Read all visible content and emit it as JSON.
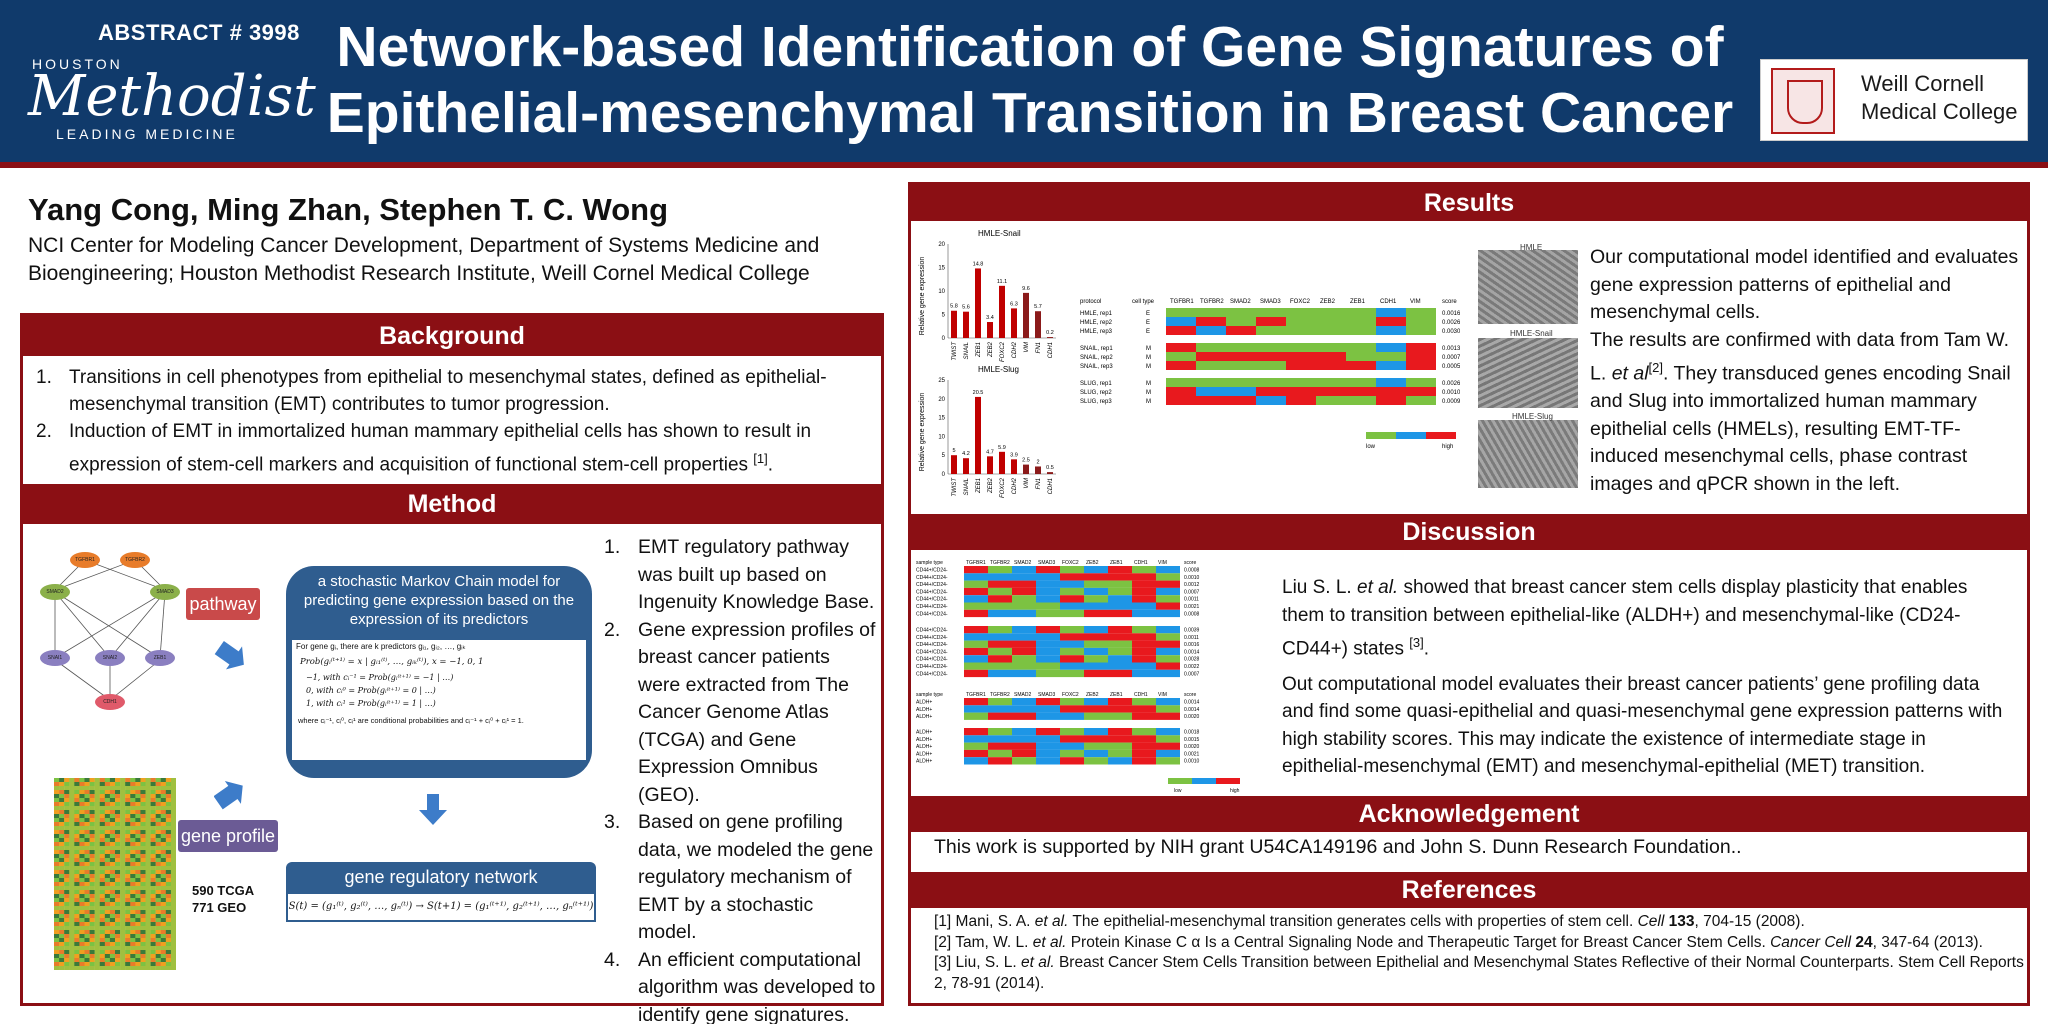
{
  "header": {
    "abstract_number": "ABSTRACT # 3998",
    "logo_houston": "HOUSTON",
    "logo_methodist": "Methodist",
    "logo_tagline": "LEADING MEDICINE",
    "title_line1": "Network-based Identification of Gene Signatures of",
    "title_line2": "Epithelial-mesenchymal Transition in Breast Cancer",
    "partner_line1": "Weill Cornell",
    "partner_line2": "Medical College"
  },
  "authors": {
    "names": "Yang Cong,  Ming Zhan,  Stephen T. C. Wong",
    "affiliation": "NCI Center for Modeling Cancer Development, Department of Systems Medicine and Bioengineering; Houston Methodist Research Institute, Weill Cornel Medical College"
  },
  "background": {
    "heading": "Background",
    "items": [
      {
        "num": "1.",
        "text": "Transitions in cell phenotypes from epithelial to mesenchymal states, defined as epithelial-mesenchymal transition (EMT) contributes to tumor progression.",
        "ref": ""
      },
      {
        "num": "2.",
        "text": "Induction of EMT in immortalized human mammary epithelial cells has shown to result in expression of stem-cell markers and acquisition of functional stem-cell properties ",
        "ref": "[1]"
      }
    ],
    "end_period": "."
  },
  "method": {
    "heading": "Method",
    "pathway_label": "pathway",
    "gene_profile_label": "gene profile",
    "counts_line1": "590 TCGA",
    "counts_line2": "771 GEO",
    "markov_title": "a stochastic Markov Chain model for predicting gene expression based on the expression of its predictors",
    "markov_intro": "For gene gᵢ, there are k predictors gᵢ₁, gᵢ₂, …, gᵢₖ",
    "markov_eq1": "Prob(gᵢ⁽ᵗ⁺¹⁾ = x | gᵢ₁⁽ᵗ⁾, …, gᵢₖ⁽ᵗ⁾), x = −1, 0, 1",
    "markov_eq2": "−1, with cᵢ⁻¹ = Prob(gᵢ⁽ᵗ⁺¹⁾ = −1 | …)",
    "markov_eq3": "0, with cᵢ⁰ = Prob(gᵢ⁽ᵗ⁺¹⁾ = 0 | …)",
    "markov_eq4": "1, with cᵢ¹ = Prob(gᵢ⁽ᵗ⁺¹⁾ = 1 | …)",
    "markov_note": "where cᵢ⁻¹, cᵢ⁰, cᵢ¹ are conditional probabilities and cᵢ⁻¹ + cᵢ⁰ + cᵢ¹ = 1.",
    "grn_label": "gene regulatory network",
    "grn_eq": "S(t) = (g₁⁽ᵗ⁾, g₂⁽ᵗ⁾, …, gₙ⁽ᵗ⁾) → S(t+1) = (g₁⁽ᵗ⁺¹⁾, g₂⁽ᵗ⁺¹⁾, …, gₙ⁽ᵗ⁺¹⁾)",
    "pathway_nodes": [
      "TGFBR1",
      "TGFBR2",
      "SMAD2",
      "SMAD3",
      "SNAI1",
      "SNAI2",
      "ZEB1",
      "CDH1"
    ],
    "steps": [
      {
        "num": "1.",
        "text": "EMT regulatory pathway was built up based on Ingenuity Knowledge Base."
      },
      {
        "num": "2.",
        "text": "Gene expression profiles of breast cancer patients were extracted from The Cancer Genome Atlas (TCGA) and Gene Expression Omnibus (GEO)."
      },
      {
        "num": "3.",
        "text": "Based on gene profiling data, we modeled the gene regulatory mechanism of EMT by a stochastic model."
      },
      {
        "num": "4.",
        "text": "An efficient computational algorithm was developed to identify gene signatures."
      }
    ]
  },
  "results": {
    "heading": "Results",
    "text_p1": "Our computational model identified and evaluates gene expression patterns of epithelial and mesenchymal cells.",
    "text_p2a": "The results are confirmed with data from Tam W. L. ",
    "text_p2_etal": "et al",
    "text_p2_ref": "[2]",
    "text_p2b": ". They transduced genes encoding Snail and Slug into immortalized human mammary epithelial cells (HMELs), resulting EMT-TF-induced mesenchymal cells, phase contrast images and qPCR shown in the left.",
    "image_labels": [
      "HMLE",
      "HMLE-Snail",
      "HMLE-Slug"
    ],
    "heatmap_headers": [
      "protocol",
      "cell type",
      "TGFBR1",
      "TGFBR2",
      "SMAD2",
      "SMAD3",
      "FOXC2",
      "ZEB2",
      "ZEB1",
      "CDH1",
      "VIM",
      "score"
    ],
    "heatmap_rows": [
      {
        "protocol": "HMLE, rep1",
        "type": "E",
        "score": "0.0016"
      },
      {
        "protocol": "HMLE, rep2",
        "type": "E",
        "score": "0.0026"
      },
      {
        "protocol": "HMLE, rep3",
        "type": "E",
        "score": "0.0030"
      },
      {
        "protocol": "SNAIL, rep1",
        "type": "M",
        "score": "0.0013"
      },
      {
        "protocol": "SNAIL, rep2",
        "type": "M",
        "score": "0.0007"
      },
      {
        "protocol": "SNAIL, rep3",
        "type": "M",
        "score": "0.0005"
      },
      {
        "protocol": "SLUG, rep1",
        "type": "M",
        "score": "0.0026"
      },
      {
        "protocol": "SLUG, rep2",
        "type": "M",
        "score": "0.0010"
      },
      {
        "protocol": "SLUG, rep3",
        "type": "M",
        "score": "0.0009"
      }
    ],
    "legend_low": "low",
    "legend_high": "high"
  },
  "chart_data": [
    {
      "type": "bar",
      "title": "HMLE-Snail",
      "ylabel": "Relative gene expression",
      "categories": [
        "TWIST",
        "SNAIL",
        "ZEB1",
        "ZEB2",
        "FOXC2",
        "CDH2",
        "VIM",
        "FN1",
        "CDH1"
      ],
      "values": [
        5.8,
        5.6,
        14.8,
        3.4,
        11.1,
        6.3,
        9.6,
        5.7,
        0.2
      ],
      "ylim": [
        0,
        20
      ],
      "yticks": [
        0,
        5,
        10,
        15,
        20
      ],
      "colors": [
        "#c00000",
        "#c00000",
        "#c00000",
        "#c00000",
        "#c00000",
        "#c00000",
        "#8b1a1a",
        "#8b1a1a",
        "#8b1a1a"
      ]
    },
    {
      "type": "bar",
      "title": "HMLE-Slug",
      "ylabel": "Relative gene expression",
      "categories": [
        "TWIST",
        "SNAIL",
        "ZEB1",
        "ZEB2",
        "FOXC2",
        "CDH2",
        "VIM",
        "FN1",
        "CDH1"
      ],
      "values": [
        5.0,
        4.2,
        20.5,
        4.7,
        5.9,
        3.9,
        2.5,
        2.0,
        0.5
      ],
      "ylim": [
        0,
        25
      ],
      "yticks": [
        0,
        5,
        10,
        15,
        20,
        25
      ],
      "colors": [
        "#c00000",
        "#c00000",
        "#c00000",
        "#c00000",
        "#c00000",
        "#c00000",
        "#8b1a1a",
        "#8b1a1a",
        "#8b1a1a"
      ]
    }
  ],
  "discussion": {
    "heading": "Discussion",
    "p1a": "Liu S. L. ",
    "p1_etal": "et al.",
    "p1b": " showed that breast cancer stem cells display plasticity that enables them to transition between epithelial-like (ALDH+) and mesenchymal-like  (CD24-CD44+) states ",
    "p1_ref": "[3]",
    "p1_end": ".",
    "p2": "Out computational model evaluates their breast cancer patients’ gene profiling data and find some quasi-epithelial and quasi-mesenchymal gene expression patterns with high stability scores.  This may indicate the existence of intermediate stage in epithelial-mesenchymal (EMT) and mesenchymal-epithelial (MET) transition.",
    "hm_headers": [
      "sample type",
      "TGFBR1",
      "TGFBR2",
      "SMAD2",
      "SMAD3",
      "FOXC2",
      "ZEB2",
      "ZEB1",
      "CDH1",
      "VIM",
      "score"
    ],
    "hm1_types": [
      "CD44+/CD24-",
      "CD44+/CD24-",
      "CD44+/CD24-",
      "CD44+/CD24-",
      "CD44+/CD24-",
      "CD44+/CD24-",
      "CD44+/CD24-"
    ],
    "hm1_scores": [
      "0.0008",
      "0.0010",
      "0.0012",
      "0.0007",
      "0.0011",
      "0.0021",
      "0.0008"
    ],
    "hm2_types": [
      "CD44+/CD24-",
      "CD44+/CD24-",
      "CD44+/CD24-",
      "CD44+/CD24-",
      "CD44+/CD24-",
      "CD44+/CD24-",
      "CD44+/CD24-"
    ],
    "hm2_scores": [
      "0.0039",
      "0.0011",
      "0.0016",
      "0.0014",
      "0.0028",
      "0.0022",
      "0.0007"
    ],
    "hm3_types": [
      "ALDH+",
      "ALDH+",
      "ALDH+"
    ],
    "hm3_scores": [
      "0.0014",
      "0.0014",
      "0.0020"
    ],
    "hm4_types": [
      "ALDH+",
      "ALDH+",
      "ALDH+",
      "ALDH+",
      "ALDH+"
    ],
    "hm4_scores": [
      "0.0018",
      "0.0015",
      "0.0020",
      "0.0021",
      "0.0010"
    ],
    "legend_low": "low",
    "legend_high": "high"
  },
  "acknowledgement": {
    "heading": "Acknowledgement",
    "text": "This work is supported by NIH grant U54CA149196 and John S. Dunn Research Foundation.."
  },
  "references": {
    "heading": "References",
    "r1_a": "[1] Mani, S. A. ",
    "r1_etal": "et al.",
    "r1_b": " The epithelial-mesenchymal transition generates cells with properties of stem cell. ",
    "r1_journal": "Cell",
    "r1_vol": "133",
    "r1_c": ", 704-15 (2008).",
    "r2_a": "[2] Tam, W. L. ",
    "r2_etal": "et al.",
    "r2_b": " Protein Kinase C α Is a Central Signaling Node and Therapeutic Target for Breast Cancer Stem Cells. ",
    "r2_journal": "Cancer Cell",
    "r2_vol": "24",
    "r2_c": ", 347-64 (2013).",
    "r3_a": "[3] Liu, S. L. ",
    "r3_etal": "et al.",
    "r3_b": " Breast Cancer Stem Cells Transition between Epithelial and Mesenchymal States Reflective of their Normal Counterparts. Stem Cell Reports 2, 78-91 (2014)."
  },
  "colors": {
    "header_bg": "#103a6b",
    "accent_red": "#8b0f14",
    "heat_red": "#e8191e",
    "heat_green": "#7cc242",
    "heat_blue": "#1e96e6",
    "box_blue": "#2f5d8f"
  }
}
